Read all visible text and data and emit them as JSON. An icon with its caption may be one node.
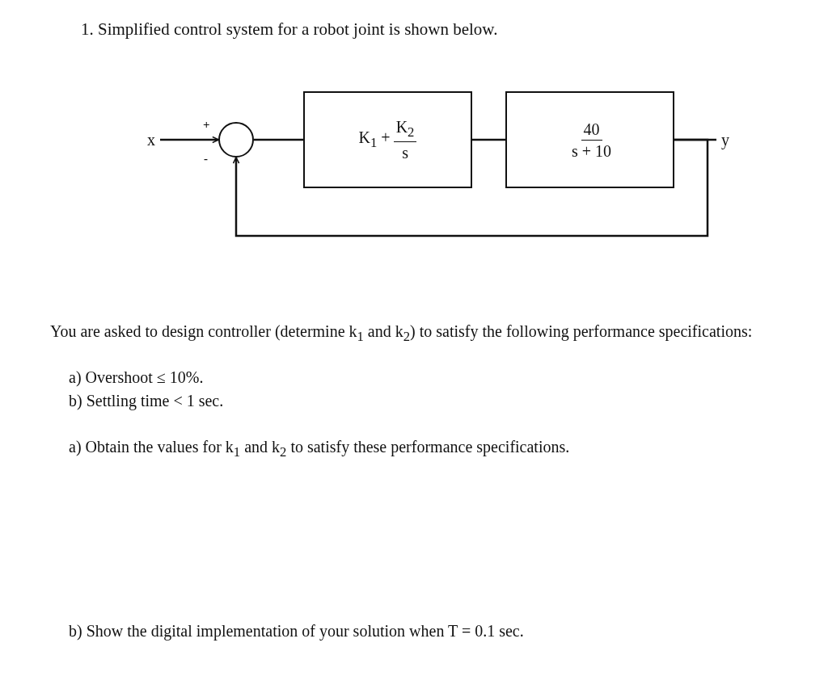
{
  "diagram": {
    "title": "1. Simplified control system for a robot joint is shown below.",
    "nodes": [
      {
        "text": [
          "x"
        ]
      },
      {
        "text": [],
        "shape": "circle"
      },
      {
        "text": [
          "K$_{1}$ +",
          "K$_{2}$",
          "s"
        ]
      },
      {
        "text": [
          "40",
          "s + 10"
        ]
      },
      {
        "text": [
          "y"
        ]
      }
    ],
    "edges": [
      {
        "from": 0,
        "to": 1,
        "arrow": "to"
      },
      {
        "from": 1,
        "to": 2,
        "arrow": "none"
      },
      {
        "from": 2,
        "to": 3,
        "arrow": "none"
      },
      {
        "from": 3,
        "to": 4,
        "arrow": "none"
      },
      {
        "from": 3,
        "to": 1,
        "arrow": "to"
      }
    ],
    "labels": [
      "+",
      "-",
      "You are asked to design controller (determine k$_{1}$ and k$_{2}$) to satisfy the following performance specifications:",
      "a) Overshoot ≤ 10%.",
      "b) Settling time < 1 sec.",
      "a) Obtain the values for k$_{1}$ and k$_{2}$ to satisfy these performance specifications.",
      "b) Show the digital implementation of your solution when T = 0.1 sec."
    ]
  }
}
